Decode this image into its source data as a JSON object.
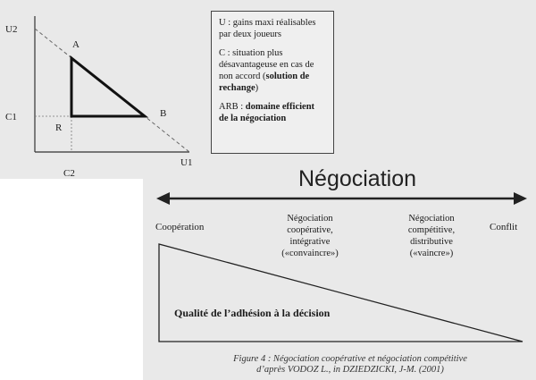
{
  "diagram": {
    "axes": {
      "y_label": "U2",
      "x_label": "U1"
    },
    "points": {
      "a": "A",
      "b": "B",
      "r": "R",
      "c1": "C1",
      "c2": "C2"
    },
    "legend": {
      "u_text": "U : gains maxi réalisables par deux joueurs",
      "c_text_pre": "C : situation plus désavantageuse en cas de non accord (",
      "c_text_bold": "solution de rechange",
      "c_text_post": ")",
      "arb_pre": "ARB : ",
      "arb_bold": "domaine efficient de la négociation"
    }
  },
  "negotiation": {
    "title": "Négociation",
    "labels": {
      "cooperation": "Coopération",
      "cooperative": [
        "Négociation",
        "coopérative,",
        "intégrative",
        "(«convaincre»)"
      ],
      "competitive": [
        "Négociation",
        "compétitive,",
        "distributive",
        "(«vaincre»)"
      ],
      "conflict": "Conflit"
    },
    "quality": "Qualité de l’adhésion à la décision"
  },
  "caption": {
    "line1": "Figure 4 : Négociation coopérative et négociation compétitive",
    "line2": "d’après VODOZ L., in DZIEDZICKI, J-M. (2001)"
  },
  "colors": {
    "ink": "#1a1a1a",
    "panel": "#e9e9e9"
  }
}
